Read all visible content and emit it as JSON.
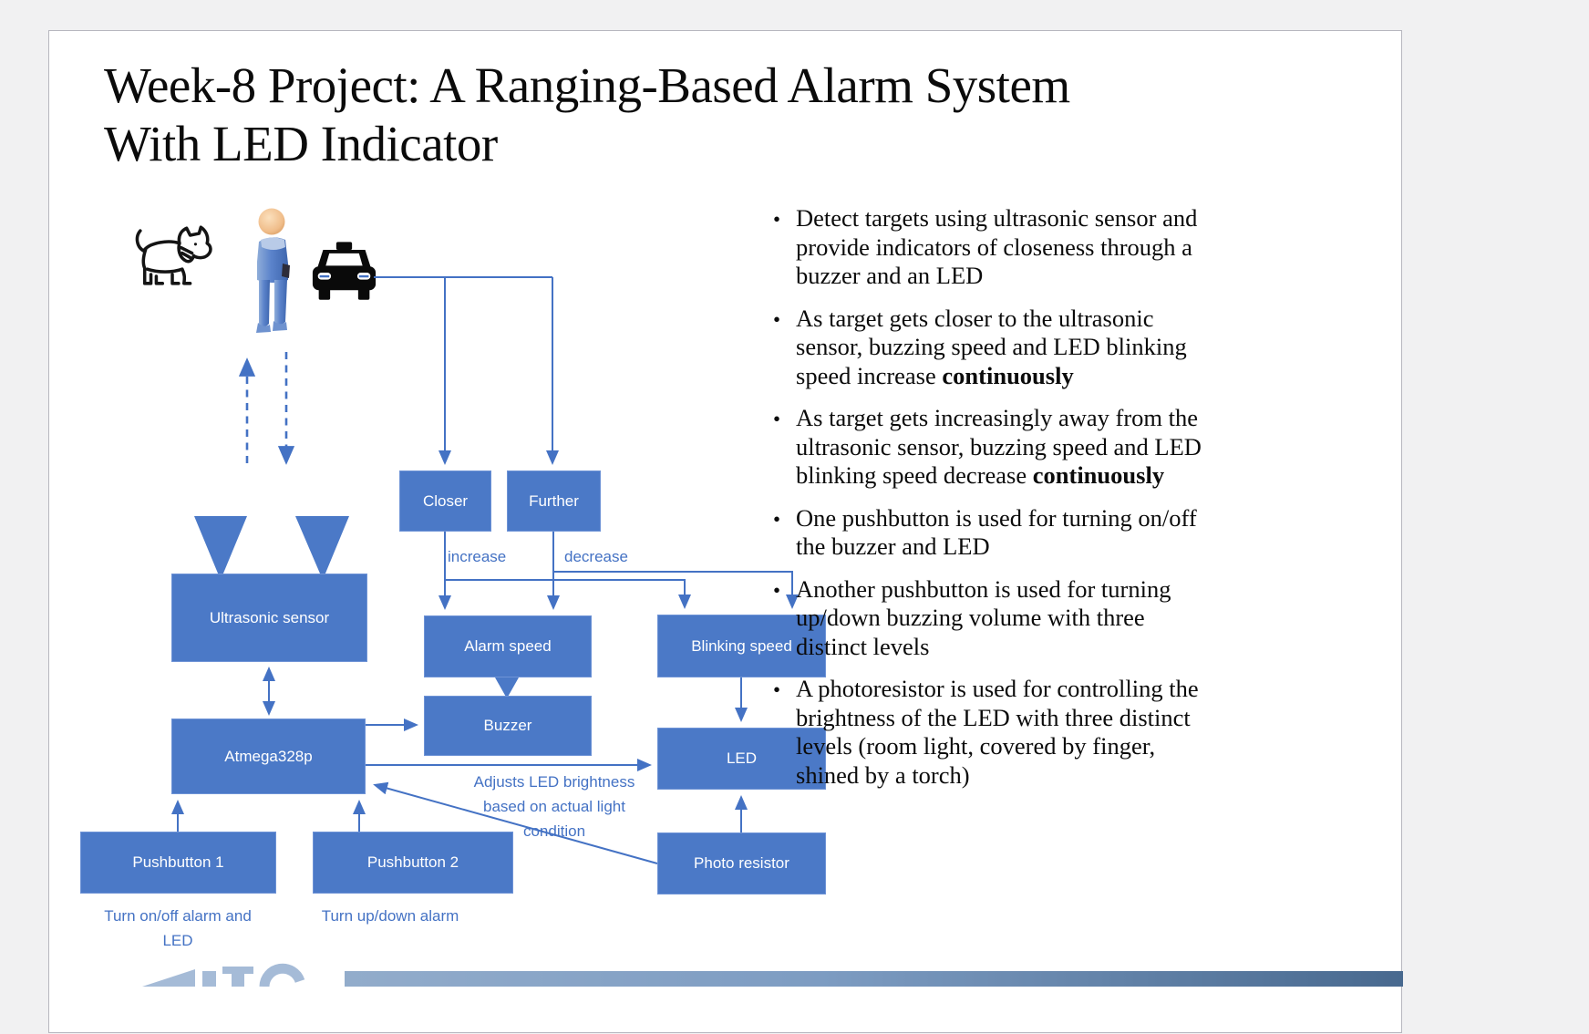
{
  "title": {
    "line1": "Week-8 Project: A Ranging-Based Alarm System",
    "line2": "With LED Indicator"
  },
  "bullets": [
    "Detect targets using ultrasonic sensor and provide indicators of closeness through a buzzer and an LED",
    "As target gets closer to the ultrasonic sensor, buzzing speed and LED blinking speed increase **continuously**",
    "As target gets increasingly away from the ultrasonic sensor, buzzing speed and LED blinking speed decrease **continuously**",
    "One pushbutton is used for turning on/off the buzzer and LED",
    "Another pushbutton is used for turning up/down buzzing volume with three distinct levels",
    "A photoresistor is used for controlling the brightness of the LED with three distinct levels (room light, covered by finger, shined by a torch)"
  ],
  "diagram": {
    "boxes": {
      "ultrasonic": "Ultrasonic sensor",
      "closer": "Closer",
      "further": "Further",
      "alarm_speed": "Alarm speed",
      "blinking_speed": "Blinking speed",
      "buzzer": "Buzzer",
      "led": "LED",
      "atmega": "Atmega328p",
      "pushbutton1": "Pushbutton 1",
      "pushbutton2": "Pushbutton 2",
      "photo_resistor": "Photo resistor"
    },
    "labels": {
      "increase": "increase",
      "decrease": "decrease",
      "adjusts": "Adjusts LED brightness based on actual light condition",
      "pb1_caption": "Turn on/off alarm and LED",
      "pb2_caption": "Turn up/down alarm"
    },
    "icons": [
      "dog-icon",
      "person-icon",
      "taxi-icon"
    ],
    "colors": {
      "box_fill": "#4b79c7",
      "connector": "#4472c4",
      "caption_text": "#4472c4",
      "bottom_bar_left": "#92accb",
      "bottom_bar_right": "#48698f"
    }
  }
}
